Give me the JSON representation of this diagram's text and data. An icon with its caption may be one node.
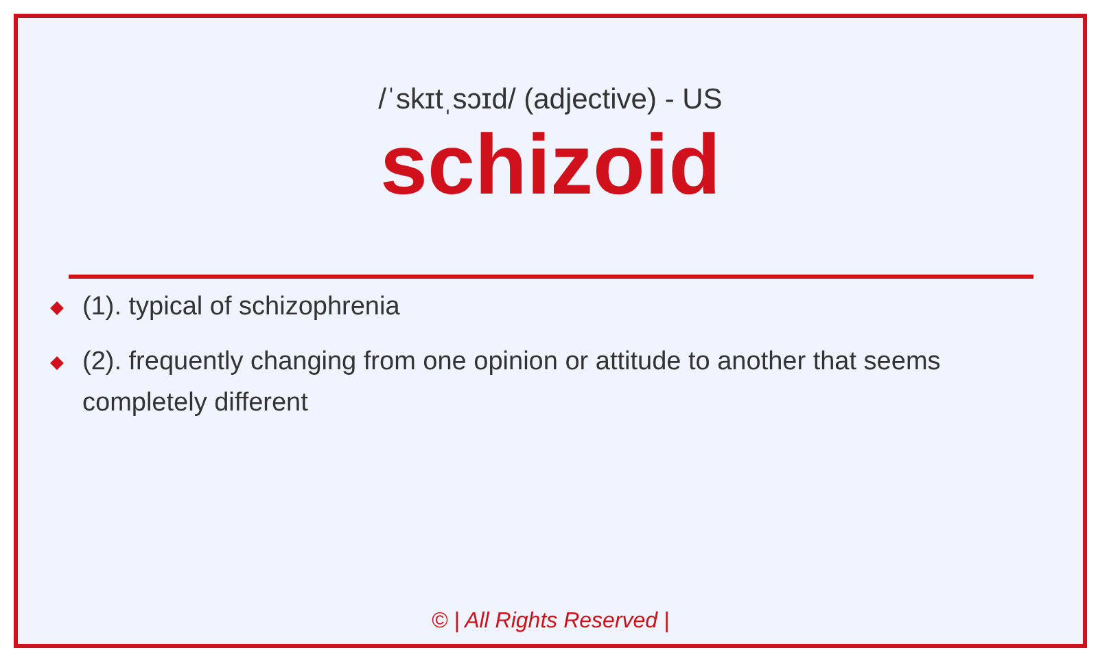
{
  "diagram": {
    "title": "schizoid",
    "labels": [
      "/ˈskɪtˌsɔɪd/ (adjective) - US",
      "(1). typical of schizophrenia",
      "(2). frequently changing from one opinion or attitude to another that seems completely different",
      "© | All Rights Reserved |"
    ]
  }
}
